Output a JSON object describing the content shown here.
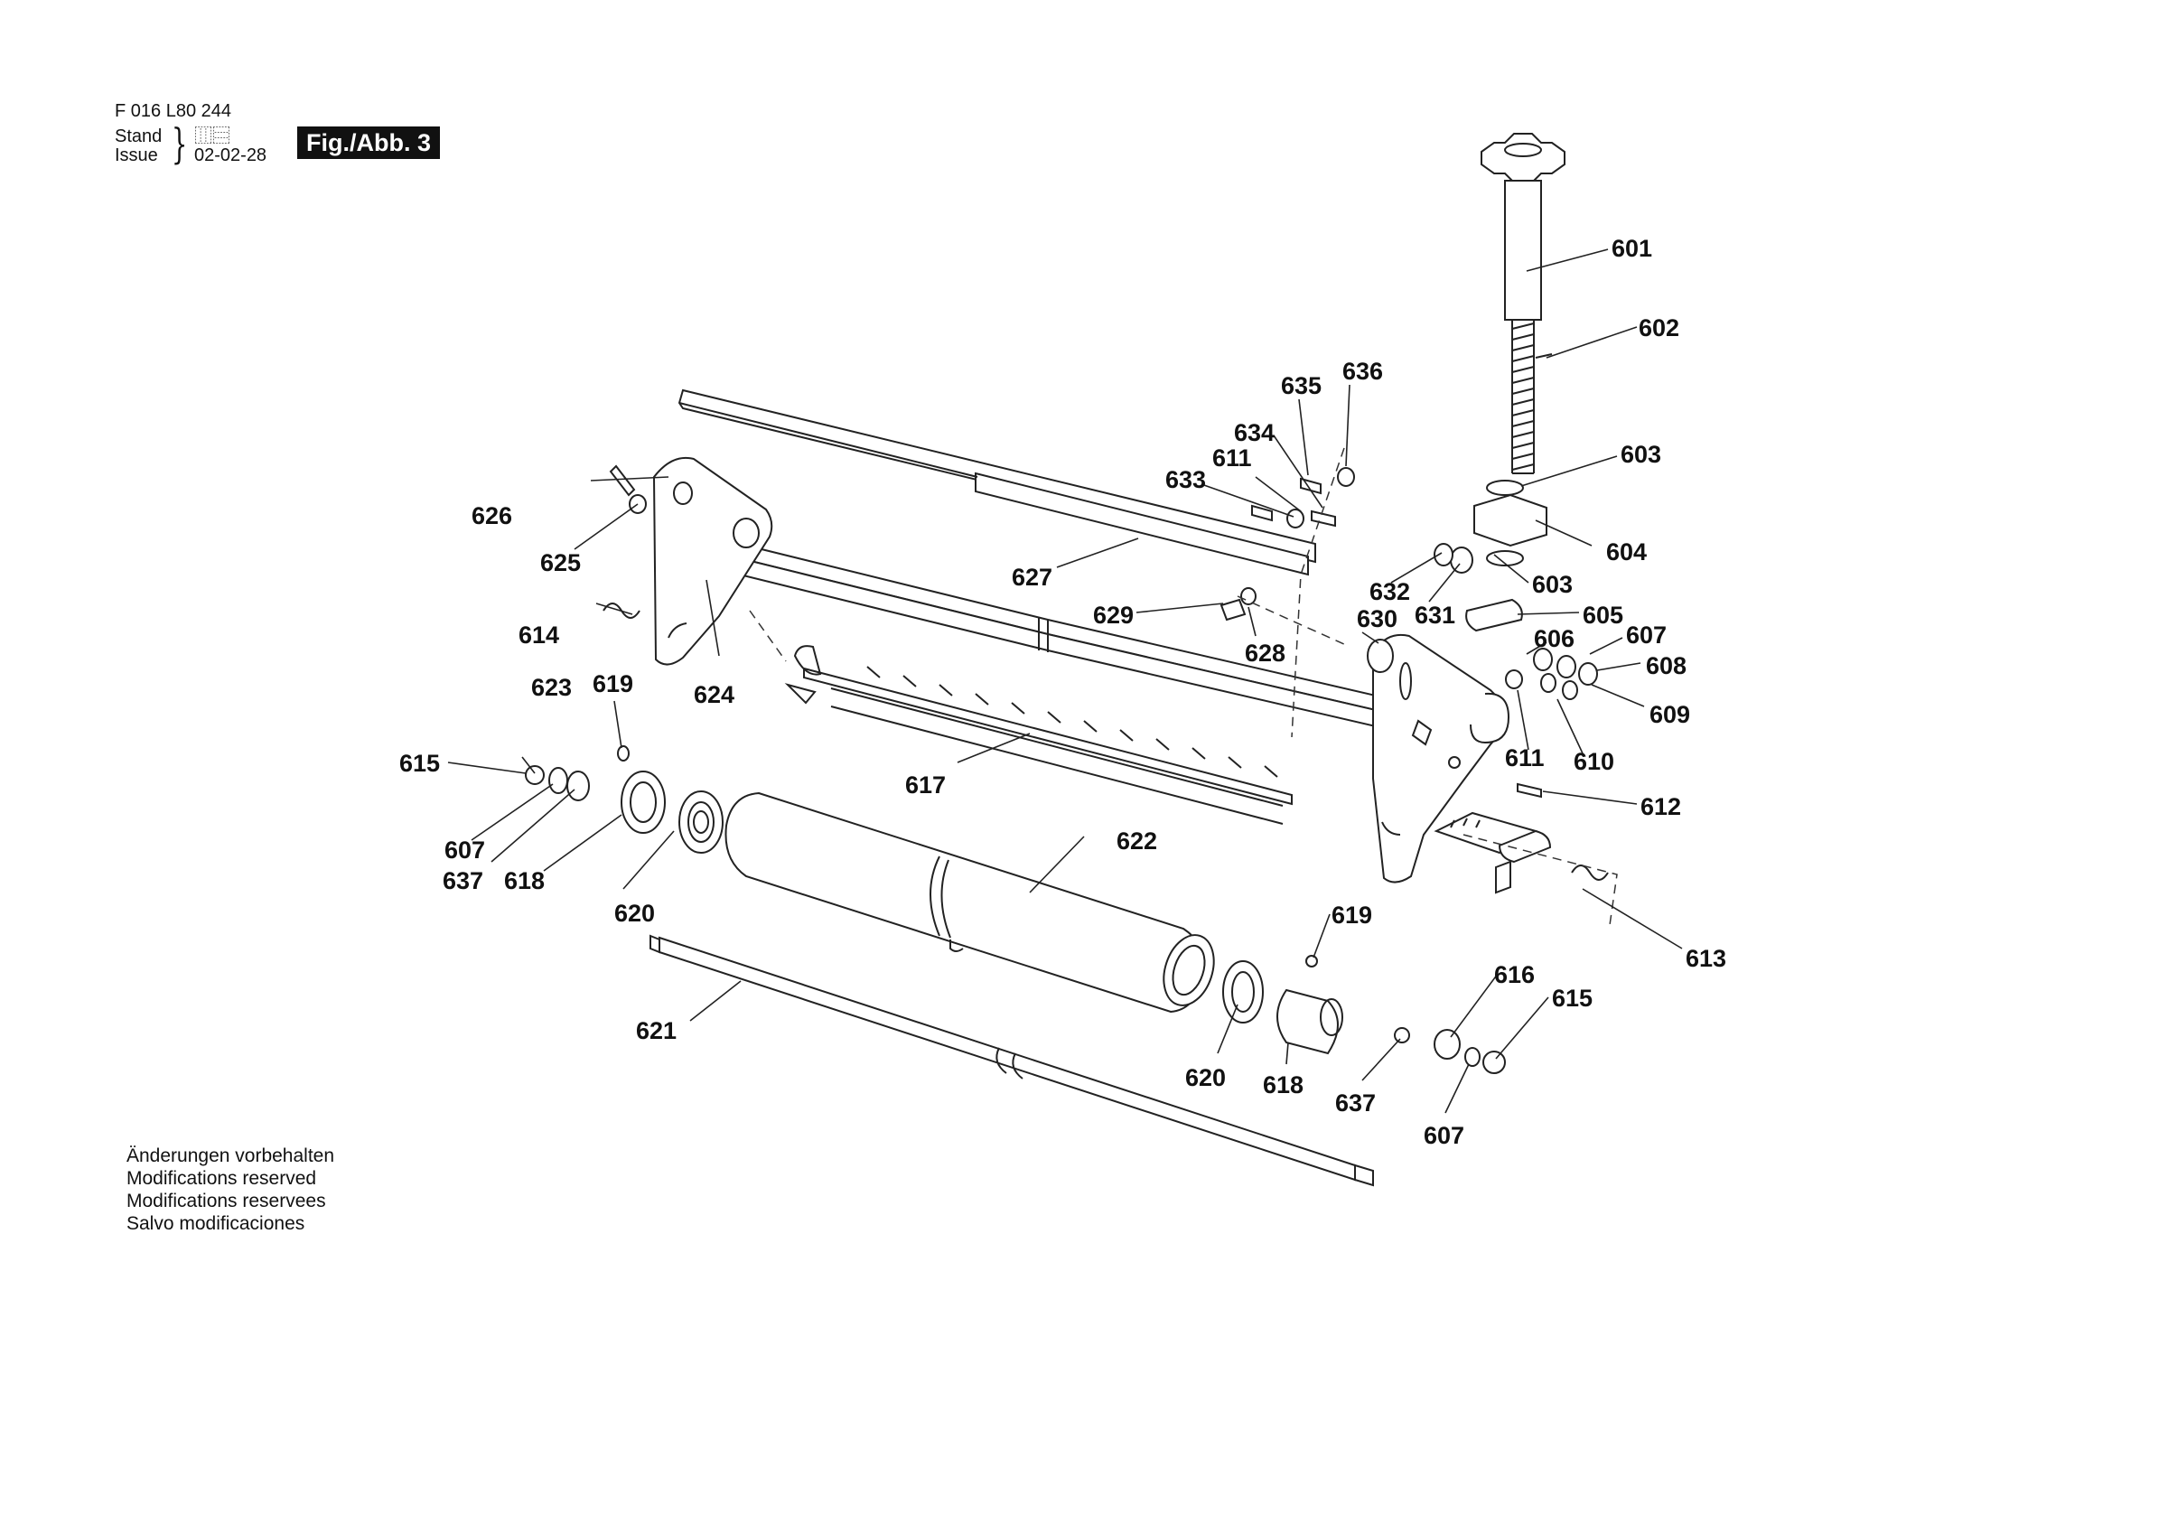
{
  "header": {
    "doc_code": "F 016 L80 244",
    "stand_label": "Stand",
    "issue_label": "Issue",
    "stand_code": "⿲⿳",
    "issue_date": "02-02-28",
    "figure": "Fig./Abb. 3"
  },
  "notes": [
    "Änderungen vorbehalten",
    "Modifications reserved",
    "Modifications reservees",
    "Salvo modificaciones"
  ],
  "parts": {
    "p601": "601",
    "p602": "602",
    "p603a": "603",
    "p603b": "603",
    "p604": "604",
    "p605": "605",
    "p606": "606",
    "p607a": "607",
    "p607b": "607",
    "p607c": "607",
    "p608": "608",
    "p609": "609",
    "p610": "610",
    "p611a": "611",
    "p611b": "611",
    "p612": "612",
    "p613": "613",
    "p614": "614",
    "p615a": "615",
    "p615b": "615",
    "p616": "616",
    "p617": "617",
    "p618a": "618",
    "p618b": "618",
    "p619a": "619",
    "p619b": "619",
    "p620a": "620",
    "p620b": "620",
    "p621": "621",
    "p622": "622",
    "p623": "623",
    "p624": "624",
    "p625": "625",
    "p626": "626",
    "p627": "627",
    "p628": "628",
    "p629": "629",
    "p630": "630",
    "p631": "631",
    "p632": "632",
    "p633": "633",
    "p634": "634",
    "p635": "635",
    "p636": "636",
    "p637a": "637",
    "p637b": "637"
  }
}
